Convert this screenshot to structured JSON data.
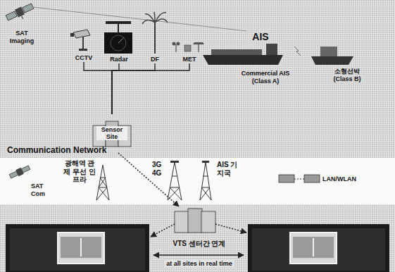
{
  "diagram": {
    "nodes": [
      {
        "text": [
          "SAT Imaging"
        ]
      },
      {
        "text": [
          "CCTV"
        ]
      },
      {
        "text": [
          "Radar"
        ]
      },
      {
        "text": [
          "DF"
        ]
      },
      {
        "text": [
          "MET"
        ]
      },
      {
        "text": [
          "Commercial AIS (Class A)"
        ]
      },
      {
        "text": [
          "소형선박 (Class B)"
        ]
      },
      {
        "text": [
          "Sensor Site"
        ]
      },
      {
        "text": [
          "Communication Network"
        ]
      },
      {
        "text": [
          "SAT Com"
        ],
        "in": 8
      },
      {
        "text": [
          "광해역 관제 무선 인프라"
        ],
        "in": 8
      },
      {
        "text": [
          "3G 4G"
        ],
        "in": 8
      },
      {
        "text": [
          "AIS 기지국"
        ],
        "in": 8
      },
      {
        "text": [
          "LAN/WLAN"
        ],
        "in": 8
      }
    ],
    "edges": [
      {
        "from": 1,
        "to": 7,
        "arrow": "none"
      },
      {
        "from": 2,
        "to": 7,
        "arrow": "none"
      },
      {
        "from": 3,
        "to": 7,
        "arrow": "none"
      },
      {
        "from": 4,
        "to": 7,
        "arrow": "none"
      }
    ],
    "labels": [
      "AIS",
      "VTS 센터간 연계",
      "at all sites in real time"
    ]
  }
}
